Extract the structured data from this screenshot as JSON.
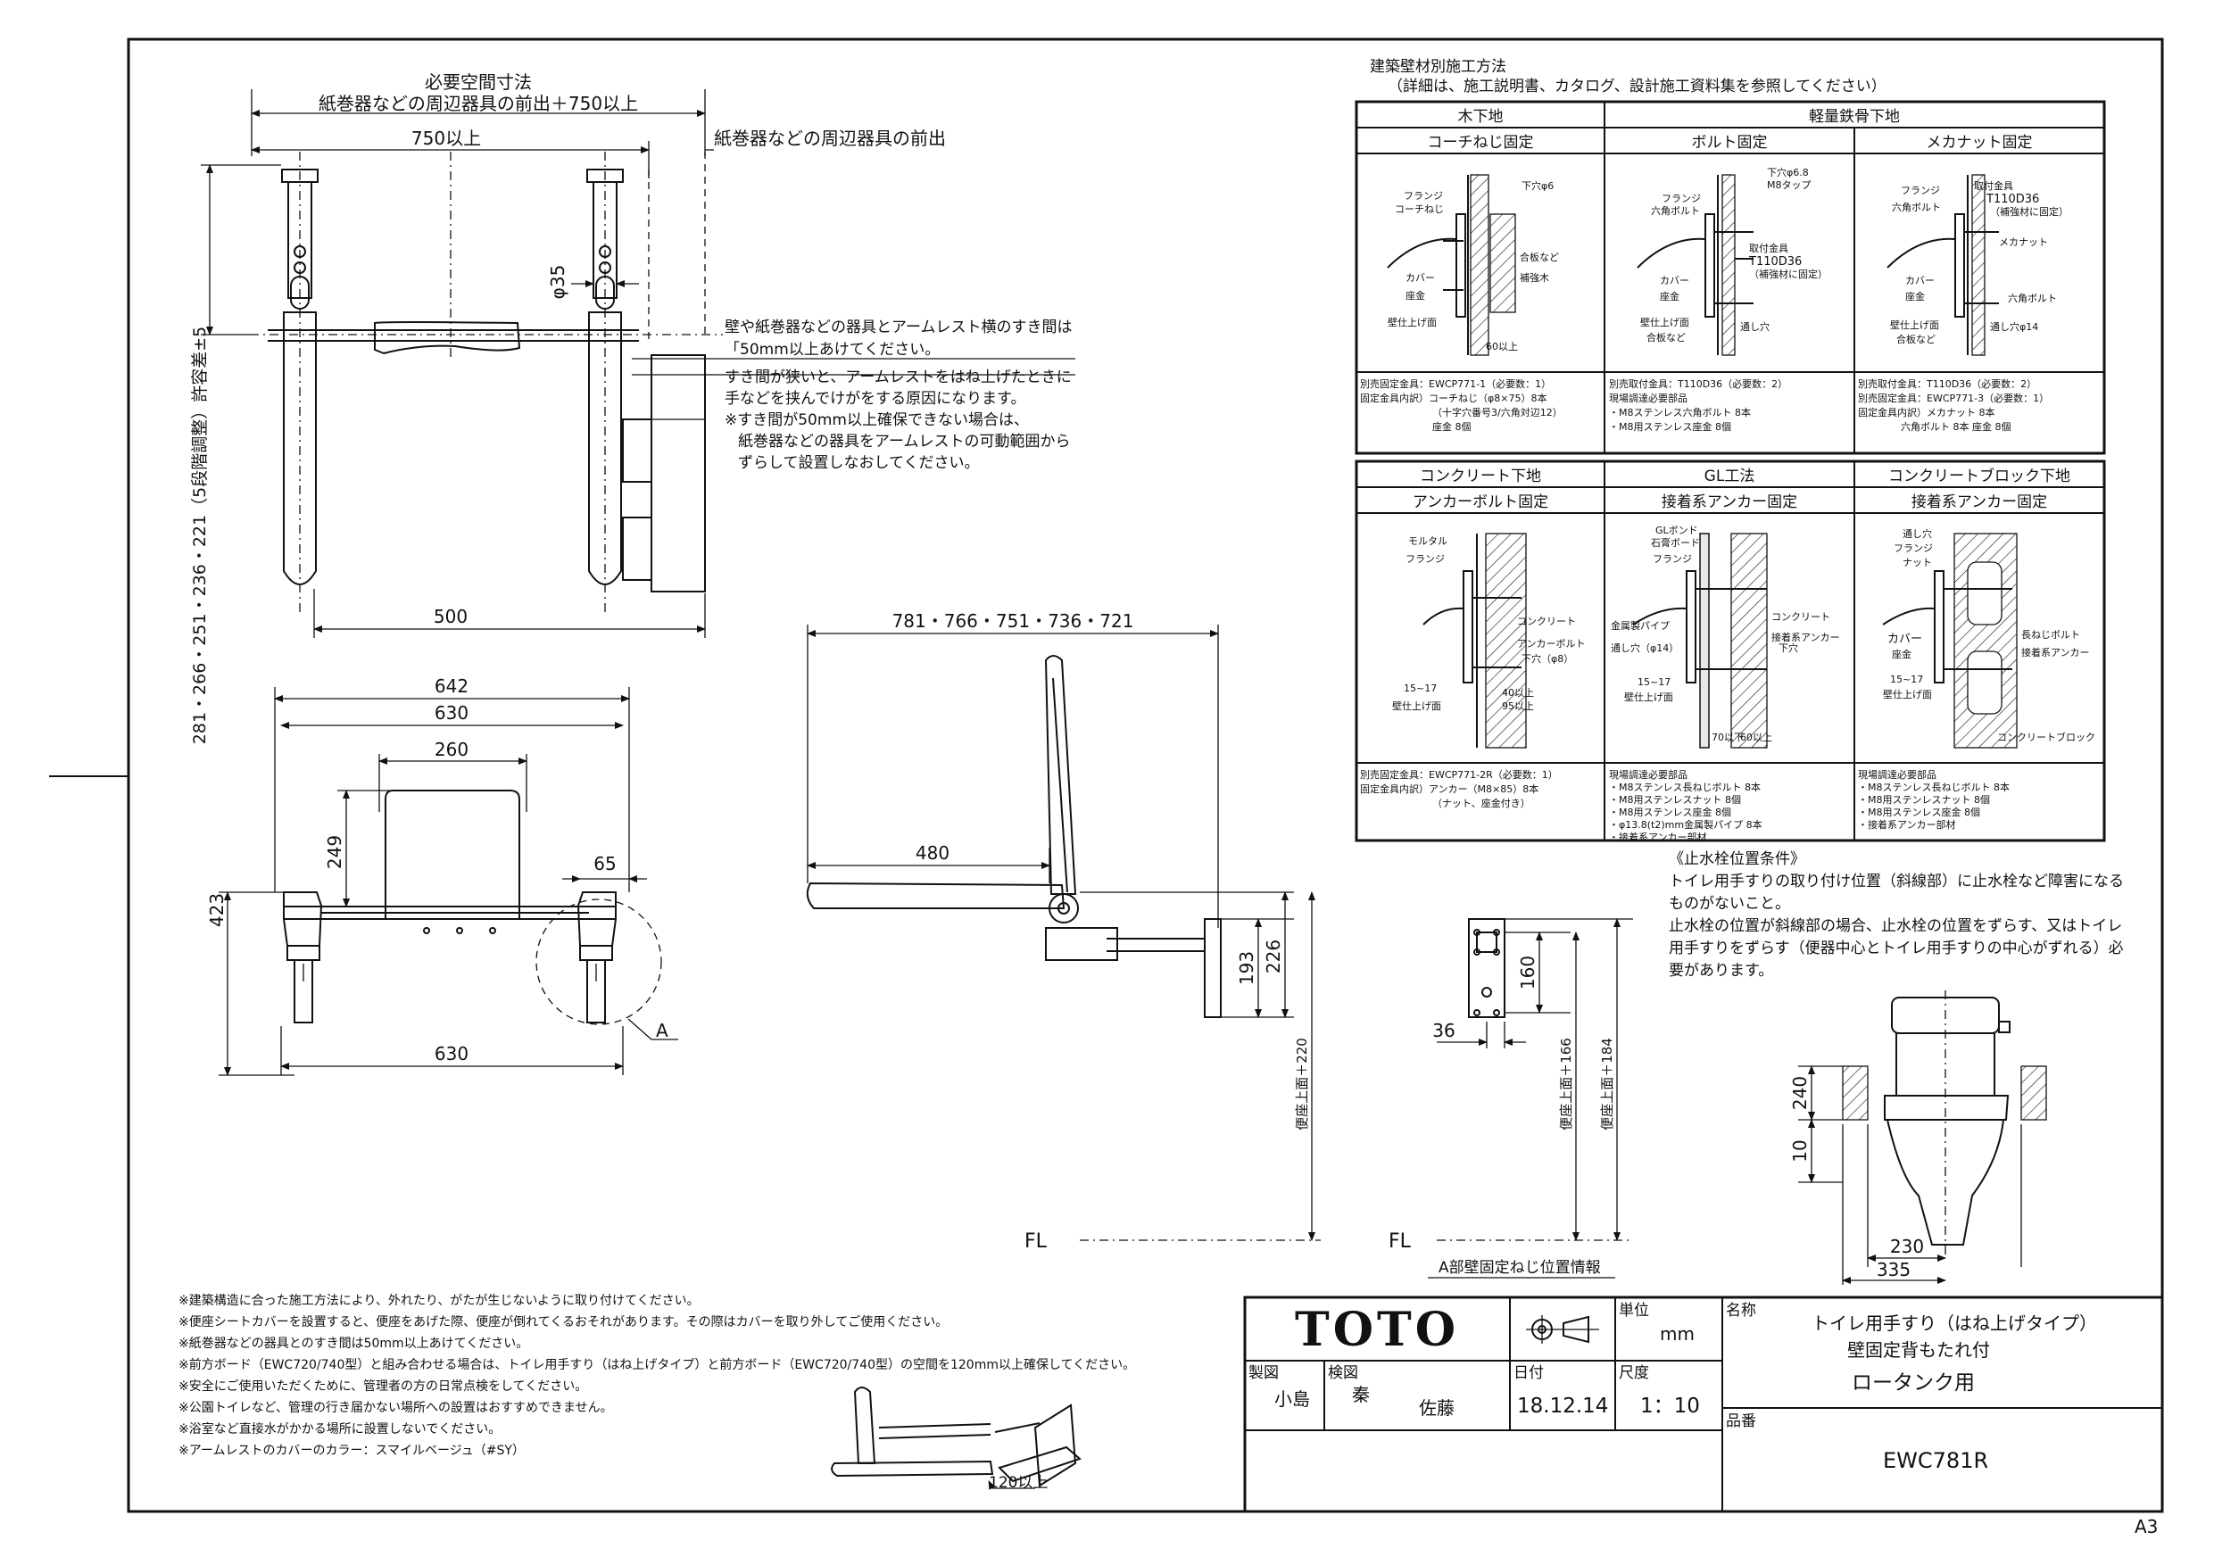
{
  "top_view": {
    "dim_required_space": "必要空間寸法",
    "dim_front_edge_750": "紙巻器などの周辺器具の前出＋750以上",
    "dim_750": "750以上",
    "label_front_edge": "紙巻器などの周辺器具の前出",
    "dim_phi35": "φ35",
    "dim_500": "500",
    "dim_vertical": "281・266・251・236・221（5段階調整）許容差±5"
  },
  "gap_note": {
    "line1": "壁や紙巻器などの器具とアームレスト横のすき間は",
    "line2": "「50mm以上あけてください。",
    "line3": "すき間が狭いと、アームレストをはね上げたときに",
    "line4": "手などを挟んでけがをする原因になります。",
    "line5": "※すき間が50mm以上確保できない場合は、",
    "line6": "紙巻器などの器具をアームレストの可動範囲から",
    "line7": "ずらして設置しなおしてください。"
  },
  "front_view": {
    "dim_642": "642",
    "dim_630_top": "630",
    "dim_260": "260",
    "dim_249": "249",
    "dim_65": "65",
    "dim_423": "423",
    "dim_630_bottom": "630",
    "label_A": "A"
  },
  "side_view": {
    "dim_depth": "781・766・751・736・721",
    "dim_480": "480",
    "dim_193": "193",
    "dim_226": "226",
    "dim_seat_220": "便座上面＋220",
    "label_FL": "FL"
  },
  "detail_A": {
    "dim_160": "160",
    "dim_36": "36",
    "dim_seat_166": "便座上面＋166",
    "dim_seat_184": "便座上面＋184",
    "label_FL": "FL",
    "caption": "A部壁固定ねじ位置情報"
  },
  "wall_table": {
    "title": "建築壁材別施工方法",
    "subtitle": "（詳細は、施工説明書、カタログ、設計施工資料集を参照してください）",
    "wood": "木下地",
    "steel": "軽量鉄骨下地",
    "cells": [
      {
        "method": "コーチねじ固定",
        "labels": [
          "フランジ",
          "コーチねじ",
          "下穴φ6",
          "合板など",
          "補強木",
          "カバー",
          "座金",
          "壁仕上げ面",
          "60以上"
        ],
        "notes": [
          "別売固定金具：EWCP771-1（必要数：1）",
          "固定金具内訳）コーチねじ（φ8×75）8本",
          "（十字穴番号3/六角対辺12）",
          "座金 8個"
        ]
      },
      {
        "method": "ボルト固定",
        "labels": [
          "下穴φ6.8",
          "M8タップ",
          "フランジ",
          "六角ボルト",
          "取付金具",
          "T110D36",
          "（補強材に固定）",
          "カバー",
          "座金",
          "壁仕上げ面",
          "通し穴",
          "合板など"
        ],
        "notes": [
          "別売取付金具：T110D36（必要数：2）",
          "現場調達必要部品",
          "・M8ステンレス六角ボルト 8本",
          "・M8用ステンレス座金 8個"
        ]
      },
      {
        "method": "メカナット固定",
        "labels": [
          "フランジ",
          "取付金具",
          "T110D36",
          "（補強材に固定）",
          "六角ボルト",
          "メカナット",
          "カバー",
          "座金",
          "六角ボルト",
          "壁仕上げ面",
          "通し穴φ14",
          "合板など"
        ],
        "notes": [
          "別売取付金具：T110D36（必要数：2）",
          "別売固定金具：EWCP771-3（必要数：1）",
          "固定金具内訳）メカナット 8本",
          "六角ボルト 8本 座金 8個"
        ]
      },
      {
        "method": "アンカーボルト固定",
        "labels": [
          "モルタル",
          "フランジ",
          "コンクリート",
          "アンカーボルト",
          "下穴（φ8）",
          "15~17",
          "壁仕上げ面",
          "40以上",
          "95以上"
        ],
        "notes": [
          "別売固定金具：EWCP771-2R（必要数：1）",
          "固定金具内訳）アンカー（M8×85）8本",
          "（ナット、座金付き）"
        ]
      },
      {
        "method": "接着系アンカー固定",
        "labels": [
          "GLボンド",
          "石膏ボード",
          "フランジ",
          "コンクリート",
          "金属製パイプ",
          "接着系アンカー",
          "通し穴（φ14）",
          "下穴",
          "15~17",
          "壁仕上げ面",
          "70以下",
          "60以上"
        ],
        "notes": [
          "現場調達必要部品",
          "・M8ステンレス長ねじボルト 8本",
          "・M8用ステンレスナット 8個",
          "・M8用ステンレス座金 8個",
          "・φ13.8(t2)mm金属製パイプ 8本",
          "・接着系アンカー部材"
        ]
      },
      {
        "method": "接着系アンカー固定",
        "labels": [
          "通し穴",
          "フランジ",
          "ナット",
          "カバー",
          "座金",
          "長ねじボルト",
          "接着系アンカー",
          "15~17",
          "壁仕上げ面",
          "コンクリートブロック"
        ],
        "notes": [
          "現場調達必要部品",
          "・M8ステンレス長ねじボルト 8本",
          "・M8用ステンレスナット 8個",
          "・M8用ステンレス座金 8個",
          "・接着系アンカー部材"
        ]
      }
    ],
    "concrete": "コンクリート下地",
    "gl": "GL工法",
    "block": "コンクリートブロック下地"
  },
  "valve_note": {
    "title": "《止水栓位置条件》",
    "lines": [
      "トイレ用手すりの取り付け位置（斜線部）に止水栓など障害になる",
      "ものがないこと。",
      "止水栓の位置が斜線部の場合、止水栓の位置をずらす、又はトイレ",
      "用手すりをずらす（便器中心とトイレ用手すりの中心がずれる）必",
      "要があります。"
    ]
  },
  "toilet_view": {
    "dim_240": "240",
    "dim_10": "10",
    "dim_230": "230",
    "dim_335": "335"
  },
  "footnotes": [
    "※建築構造に合った施工方法により、外れたり、がたが生じないように取り付けてください。",
    "※便座シートカバーを設置すると、便座をあげた際、便座が倒れてくるおそれがあります。その際はカバーを取り外してご使用ください。",
    "※紙巻器などの器具とのすき間は50mm以上あけてください。",
    "※前方ボード（EWC720/740型）と組み合わせる場合は、トイレ用手すり（はね上げタイプ）と前方ボード（EWC720/740型）の空間を120mm以上確保してください。",
    "※安全にご使用いただくために、管理者の方の日常点検をしてください。",
    "※公園トイレなど、管理の行き届かない場所への設置はおすすめできません。",
    "※浴室など直接水がかかる場所に設置しないでください。",
    "※アームレストのカバーのカラー：スマイルベージュ（#SY）"
  ],
  "mini_dim": "120以上",
  "title_block": {
    "logo": "TOTO",
    "unit_label": "単位",
    "unit_value": "mm",
    "name_label": "名称",
    "name_line1": "トイレ用手すり（はね上げタイプ）",
    "name_line2": "壁固定背もたれ付",
    "name_line3": "ロータンク用",
    "drawn_label": "製図",
    "drawn_name": "小島",
    "check_label": "検図",
    "check_name": "秦",
    "check_name2": "佐藤",
    "date_label": "日付",
    "date_value": "18.12.14",
    "scale_label": "尺度",
    "scale_value": "1：10",
    "part_label": "品番",
    "part_value": "EWC781R"
  },
  "paper_size": "A3"
}
